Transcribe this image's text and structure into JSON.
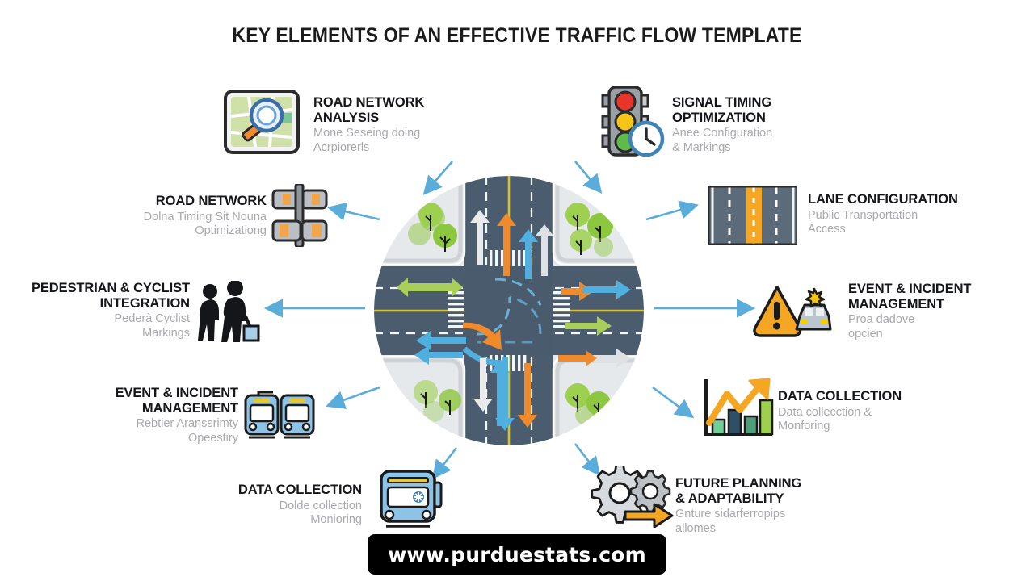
{
  "title": "KEY ELEMENTS OF AN EFFECTIVE TRAFFIC FLOW TEMPLATE",
  "watermark": "www.purduestats.com",
  "colors": {
    "title": "#1b1b1b",
    "heading": "#15161a",
    "subtitle": "#a7a9ad",
    "arrow": "#5aacdb",
    "road": "#4a5c6e",
    "road_dark": "#3f5163",
    "lane_yellow": "#d8c32b",
    "sidewalk": "#e9ecee",
    "tree": "#8dc63f",
    "orange": "#f08a2a",
    "blue": "#4fb0e0",
    "green": "#a9cf5a",
    "white": "#ffffff",
    "watermark_bg": "#000000"
  },
  "items": [
    {
      "id": "road-network-analysis",
      "heading": "ROAD NETWORK\nANALYSIS",
      "subtitle": "Mone Seseing doing\nAcrpiorerls",
      "icon": "map-magnifier-icon",
      "align": "left"
    },
    {
      "id": "signal-timing-optimization",
      "heading": "SIGNAL TIMING\nOPTIMIZATION",
      "subtitle": "Anee Configuration\n& Markings",
      "icon": "traffic-light-clock-icon",
      "align": "left"
    },
    {
      "id": "road-network",
      "heading": "ROAD NETWORK",
      "subtitle": "Dolna Timing Sit Nouna\nOptimizationg",
      "icon": "road-barrier-icon",
      "align": "right"
    },
    {
      "id": "lane-configuration",
      "heading": "LANE CONFIGURATION",
      "subtitle": "Public Transportation\nAccess",
      "icon": "lane-road-icon",
      "align": "left"
    },
    {
      "id": "pedestrian-cyclist-integration",
      "heading": "PEDESTRIAN & CYCLIST\nINTEGRATION",
      "subtitle": "Pederà Cyclist\nMarkings",
      "icon": "pedestrians-icon",
      "align": "right"
    },
    {
      "id": "event-incident-management-right",
      "heading": "EVENT & INCIDENT\nMANAGEMENT",
      "subtitle": "Proa dadove\nopcien",
      "icon": "warning-police-car-icon",
      "align": "left"
    },
    {
      "id": "event-incident-management-left",
      "heading": "EVENT & INCIDENT\nMANAGEMENT",
      "subtitle": "Rebtier Aranssrimty\nOpeestiry",
      "icon": "tram-transit-icon",
      "align": "right"
    },
    {
      "id": "data-collection-right",
      "heading": "DATA COLLECTION",
      "subtitle": "Data collecction &\nMonforing",
      "icon": "bar-chart-trend-icon",
      "align": "left"
    },
    {
      "id": "data-collection-bottom",
      "heading": "DATA COLLECTION",
      "subtitle": "Dolde collection\nMonioring",
      "icon": "bus-icon",
      "align": "right"
    },
    {
      "id": "future-planning-adaptability",
      "heading": "FUTURE PLANNING\n& ADAPTABILITY",
      "subtitle": "Gnture sidarferropips\nallomes",
      "icon": "gear-arrow-icon",
      "align": "left"
    }
  ]
}
